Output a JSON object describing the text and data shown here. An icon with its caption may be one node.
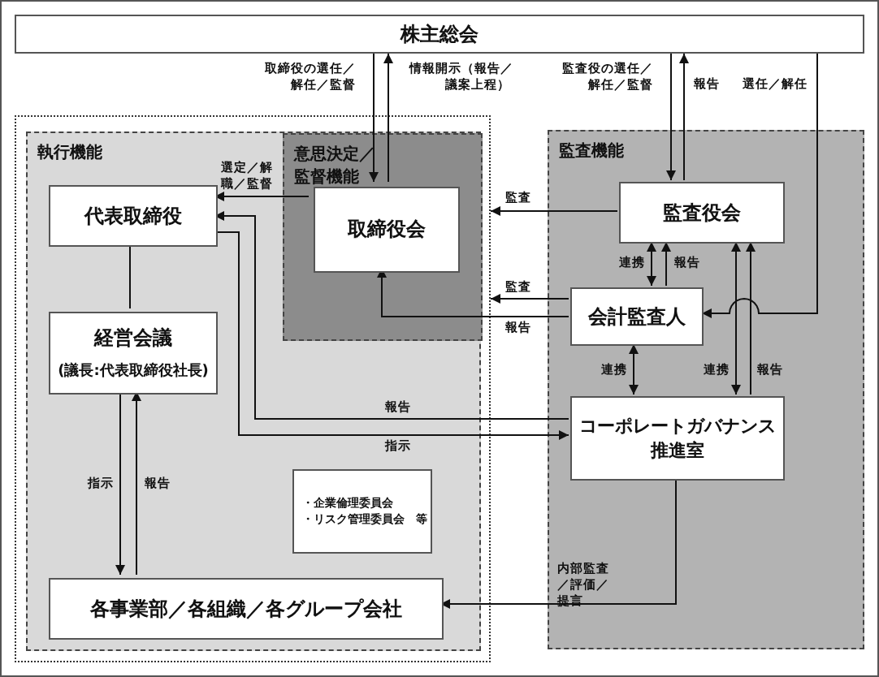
{
  "diagram": {
    "nodes": [
      {
        "text": [
          "株主総会"
        ]
      },
      {
        "text": [],
        "shape": "box"
      },
      {
        "text": [
          "執行機能"
        ],
        "in": 1
      },
      {
        "text": [
          "意思決定／監督機能"
        ],
        "in": 2
      },
      {
        "text": [
          "代表取締役"
        ],
        "in": 2
      },
      {
        "text": [
          "取締役会"
        ],
        "in": 3
      },
      {
        "text": [
          "監査機能"
        ]
      },
      {
        "text": [
          "監査役会"
        ],
        "in": 6
      },
      {
        "text": [
          "会計監査人"
        ],
        "in": 6
      },
      {
        "text": [
          "経営会議",
          "(議長:代表取締役社長)"
        ],
        "in": 2
      },
      {
        "text": [
          "コーポレートガバナンス推進室"
        ],
        "in": 6
      },
      {
        "text": [
          "・企業倫理委員会",
          "・リスク管理委員会　等"
        ],
        "in": 2
      },
      {
        "text": [
          "各事業部／各組織／各グループ会社"
        ],
        "in": 2
      }
    ],
    "edges": [
      {
        "from": 0,
        "to": 5,
        "arrow": "to",
        "label": "取締役の選任／解任／監督"
      },
      {
        "from": 5,
        "to": 0,
        "arrow": "to",
        "label": "情報開示（報告／議案上程）"
      },
      {
        "from": 0,
        "to": 7,
        "arrow": "to",
        "label": "監査役の選任／解任／監督"
      },
      {
        "from": 7,
        "to": 0,
        "arrow": "to",
        "label": "報告"
      },
      {
        "from": 0,
        "to": 8,
        "arrow": "to",
        "label": "選任／解任"
      },
      {
        "from": 5,
        "to": 4,
        "arrow": "to",
        "label": "選定／解職／監督"
      },
      {
        "from": 10,
        "to": 4,
        "arrow": "to",
        "label": "報告"
      },
      {
        "from": 4,
        "to": 10,
        "arrow": "to",
        "label": "指示"
      },
      {
        "from": 7,
        "to": 1,
        "arrow": "to",
        "label": "監査"
      },
      {
        "from": 8,
        "to": 1,
        "arrow": "to",
        "label": "監査"
      },
      {
        "from": 8,
        "to": 5,
        "arrow": "to",
        "label": "報告"
      },
      {
        "from": 4,
        "to": 9,
        "arrow": "none"
      },
      {
        "from": 9,
        "to": 12,
        "arrow": "to",
        "label": "指示"
      },
      {
        "from": 12,
        "to": 9,
        "arrow": "to",
        "label": "報告"
      },
      {
        "from": 7,
        "to": 8,
        "arrow": "both",
        "label": "連携"
      },
      {
        "from": 8,
        "to": 7,
        "arrow": "to",
        "label": "報告"
      },
      {
        "from": 8,
        "to": 10,
        "arrow": "both",
        "label": "連携"
      },
      {
        "from": 7,
        "to": 10,
        "arrow": "both",
        "label": "連携"
      },
      {
        "from": 10,
        "to": 7,
        "arrow": "to",
        "label": "報告"
      },
      {
        "from": 10,
        "to": 12,
        "arrow": "to",
        "label": "内部監査／評価／提言"
      }
    ]
  }
}
